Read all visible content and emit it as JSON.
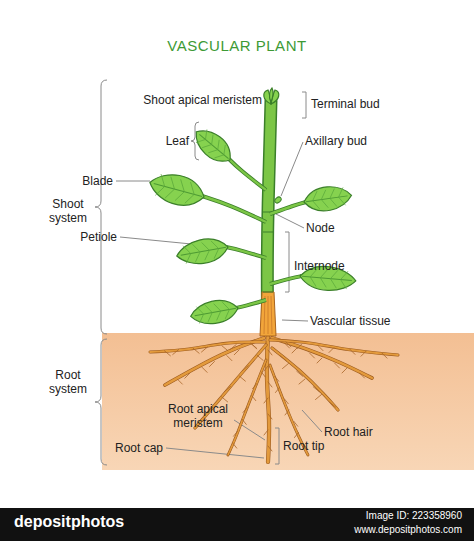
{
  "diagram": {
    "title": "VASCULAR PLANT",
    "labels": [
      "Shoot apical meristem",
      "Terminal bud",
      "Leaf",
      "Axillary bud",
      "Shoot system",
      "Blade",
      "Node",
      "Petiole",
      "Internode",
      "Vascular tissue",
      "Root system",
      "Root apical meristem",
      "Root hair",
      "Root cap",
      "Root tip",
      "depositphotos",
      "Image ID: 223358960",
      "www.depositphotos.com"
    ]
  }
}
